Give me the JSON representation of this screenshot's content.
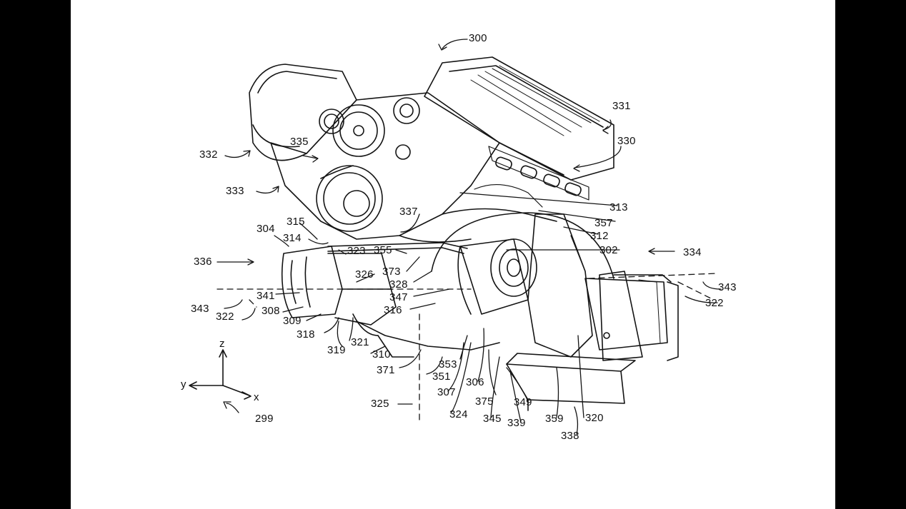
{
  "colors": {
    "ink": "#141414",
    "paper": "#ffffff",
    "matte": "#000000"
  },
  "axes": {
    "x": "x",
    "y": "y",
    "z": "z"
  },
  "refs": {
    "r300": "300",
    "r331": "331",
    "r330": "330",
    "r332": "332",
    "r335": "335",
    "r333": "333",
    "r313": "313",
    "r337": "337",
    "r357": "357",
    "r315": "315",
    "r304": "304",
    "r314": "314",
    "r312": "312",
    "r323": "323",
    "r355": "355",
    "r302": "302",
    "r334": "334",
    "r336": "336",
    "r373": "373",
    "r326": "326",
    "r328": "328",
    "r341": "341",
    "r347": "347",
    "r343a": "343",
    "r343b": "343",
    "r322a": "322",
    "r322b": "322",
    "r308": "308",
    "r316": "316",
    "r309": "309",
    "r318": "318",
    "r321": "321",
    "r319": "319",
    "r310": "310",
    "r353": "353",
    "r371": "371",
    "r351": "351",
    "r306": "306",
    "r307": "307",
    "r349": "349",
    "r375": "375",
    "r325": "325",
    "r324": "324",
    "r345": "345",
    "r339": "339",
    "r359": "359",
    "r320": "320",
    "r338": "338",
    "r299": "299"
  }
}
